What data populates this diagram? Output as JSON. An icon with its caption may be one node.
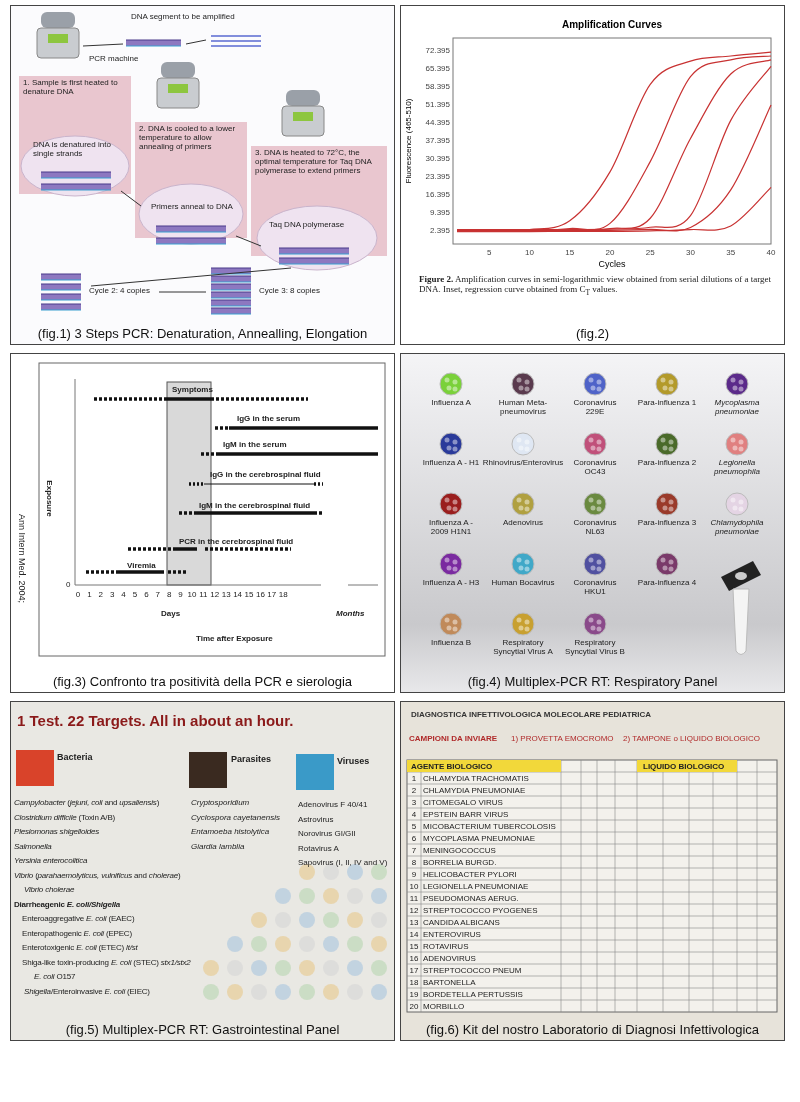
{
  "diagram": {
    "nodes": [
      {
        "text": [
          "(fig.1) 3 Steps PCR: Denaturation, Annealling, Elongation"
        ]
      },
      {
        "text": [
          "(fig.2)"
        ]
      },
      {
        "text": [
          "(fig.3) Confronto tra positività della PCR e sierologia"
        ]
      },
      {
        "text": [
          "(fig.4) Multiplex-PCR RT: Respiratory Panel"
        ]
      },
      {
        "text": [
          "(fig.5) Multiplex-PCR RT: Gastrointestinal Panel"
        ]
      },
      {
        "text": [
          "(fig.6) Kit del nostro Laboratorio di Diagnosi Infettivologica"
        ]
      }
    ],
    "labels": [
      "DNA segment to be amplified",
      "PCR machine",
      "1. Sample is first heated to denature DNA",
      "DNA is denatured into single strands",
      "2. DNA is cooled to a lower temperature to allow annealing of primers",
      "Primers anneal to DNA",
      "3. DNA is heated to 72°C, the optimal temperature for Taq DNA polymerase to extend primers",
      "Taq DNA polymerase",
      "Cycle 2: 4 copies",
      "Cycle 3: 8 copies",
      "**Figure 2.** Amplification curves in semi-logarithmic view obtained from serial dilutions of a target DNA. Inset, regression curve obtained from C$_{T}$ values.",
      "Symptoms",
      "IgG in the serum",
      "IgM in the serum",
      "IgG in the cerebrospinal fluid",
      "IgM in the cerebrospinal fluid",
      "PCR in the cerebrospinal fluid",
      "Viremia",
      "Exposure",
      "0",
      "0",
      "1",
      "2",
      "3",
      "4",
      "5",
      "6",
      "7",
      "8",
      "9",
      "10",
      "11",
      "12",
      "13",
      "14",
      "15",
      "16",
      "17",
      "18",
      "Days",
      "Months",
      "Time after Exposure",
      "Ann Intern Med. 2004;",
      "Influenza A",
      "Human Meta-pneumovirus",
      "Coronavirus 229E",
      "Para-influenza 1",
      "Mycoplasma pneumoniae",
      "Influenza A - H1",
      "Rhinovirus/Enterovirus",
      "Coronavirus OC43",
      "Para-influenza 2",
      "Legionella pneumophila",
      "Influenza A - 2009 H1N1",
      "Adenovirus",
      "Coronavirus NL63",
      "Para-influenza 3",
      "Chlamydophila pneumoniae",
      "Influenza A - H3",
      "Human Bocavirus",
      "Coronavirus HKU1",
      "Para-influenza 4",
      "Influenza B",
      "Respiratory Syncytial Virus A",
      "Respiratory Syncytial Virus B",
      "1 Test. 22 Targets. All in about an hour.",
      "Bacteria",
      "Parasites",
      "Viruses",
      "*Campylobacter* (*jejuni, coli* and *upsaliensis*)",
      "*Clostridium difficile* (Toxin A/B)",
      "Plesiomonas shigelloides",
      "Salmonella",
      "Yersinia enterocolitica",
      "*Vibrio* (*parahaemolyticus, vulnificus* and *cholerae*)",
      "Vibrio cholerae",
      "Diarrheagenic *E. coli/Shigella*",
      "Enteroaggregative *E. coli* (EAEC)",
      "Enteropathogenic *E. coli* (EPEC)",
      "Enterotoxigenic *E. coli* (ETEC) *lt/st*",
      "Shiga-like toxin-producing *E. coli* (STEC) *stx1/stx2*",
      "*E. coli* O157",
      "*Shigella*/Enteroinvasive *E. coli* (EIEC)",
      "Cryptosporidium",
      "Cyclospora cayetanensis",
      "Entamoeba histolytica",
      "Giardia lamblia",
      "Adenovirus F 40/41",
      "Astrovirus",
      "Norovirus GI/GII",
      "Rotavirus A",
      "Sapovirus (I, II, IV and V)",
      "DIAGNOSTICA INFETTIVOLOGICA MOLECOLARE PEDIATRICA",
      "CAMPIONI DA INVIARE",
      "1) PROVETTA EMOCROMO",
      "2) TAMPONE o LIQUIDO BIOLOGICO",
      "AGENTE BIOLOGICO",
      "LIQUIDO BIOLOGICO",
      "1",
      "CHLAMYDIA TRACHOMATIS",
      "2",
      "CHLAMYDIA PNEUMONIAE",
      "3",
      "CITOMEGALO VIRUS",
      "4",
      "EPSTEIN BARR VIRUS",
      "5",
      "MICOBACTERIUM TUBERCOLOSIS",
      "6",
      "MYCOPLASMA PNEUMONIAE",
      "7",
      "MENINGOCOCCUS",
      "8",
      "BORRELIA BURGD.",
      "9",
      "HELICOBACTER PYLORI",
      "10",
      "LEGIONELLA PNEUMONIAE",
      "11",
      "PSEUDOMONAS AERUG.",
      "12",
      "STREPTOCOCCO PYOGENES",
      "13",
      "CANDIDA ALBICANS",
      "14",
      "ENTEROVIRUS",
      "15",
      "ROTAVIRUS",
      "16",
      "ADENOVIRUS",
      "17",
      "STREPTOCOCCO PNEUM",
      "18",
      "BARTONELLA",
      "19",
      "BORDETELLA PERTUSSIS",
      "20",
      "MORBILLO"
    ],
    "chart_data": {
      "type": "line",
      "title": "Amplification Curves",
      "xlabel": "Cycles",
      "ylabel": "Fluorescence (465-510)",
      "x": [
        1,
        5,
        10,
        15,
        20,
        25,
        30,
        35,
        40
      ],
      "series": [
        {
          "color": "#c83232",
          "values": [
            2.4,
            2.4,
            2.6,
            6,
            25,
            59,
            68,
            70,
            71.5
          ]
        },
        {
          "color": "#c83232",
          "values": [
            2.1,
            2.1,
            2.1,
            3,
            5,
            29,
            62,
            68.5,
            70
          ]
        },
        {
          "color": "#c83232",
          "values": [
            1.8,
            1.8,
            1.8,
            2.2,
            3,
            7,
            38,
            63,
            68.5
          ]
        },
        {
          "color": "#c83232",
          "values": [
            2.6,
            2.6,
            2.6,
            2.6,
            2.8,
            3.5,
            8,
            45,
            66
          ]
        },
        {
          "color": "#c83232",
          "values": [
            2.2,
            2.2,
            2.2,
            2.2,
            2.3,
            2.7,
            3.4,
            18,
            51
          ]
        },
        {
          "color": "#c83232",
          "values": [
            1.9,
            1.9,
            1.9,
            1.9,
            1.9,
            2.1,
            2.6,
            4,
            19
          ]
        }
      ],
      "xlim": [
        0.5,
        40
      ],
      "ylim": [
        -3,
        77
      ],
      "xticks": [
        5,
        10,
        15,
        20,
        25,
        30,
        35,
        40
      ],
      "yticks": [
        2.395,
        9.395,
        16.395,
        23.395,
        30.395,
        37.395,
        44.395,
        51.395,
        58.395,
        65.395,
        72.395
      ]
    }
  }
}
